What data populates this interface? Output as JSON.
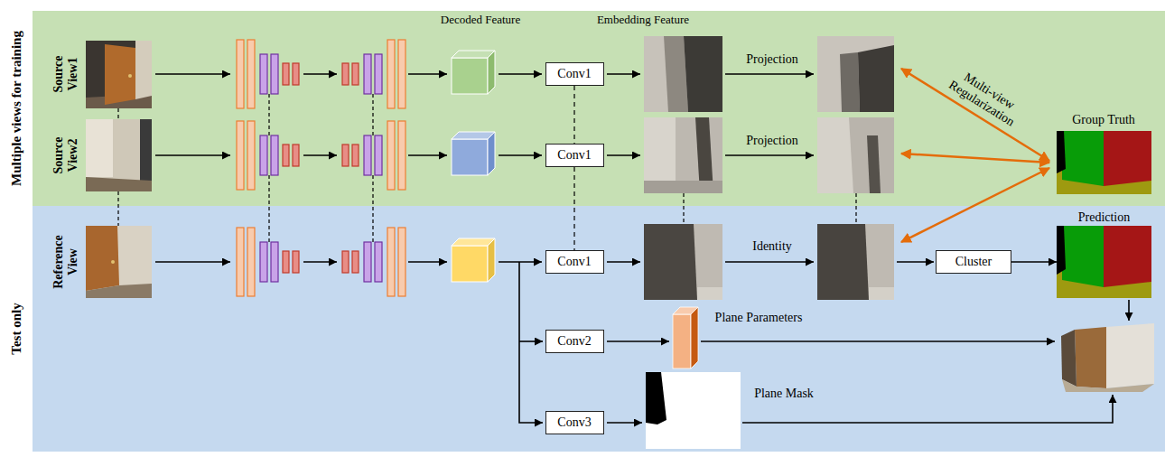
{
  "diagram": {
    "nodes": [
      {
        "text": [
          "Multiple views for training"
        ]
      },
      {
        "text": [
          "Conv1"
        ],
        "in": 0
      },
      {
        "text": [
          "Conv1"
        ],
        "in": 0
      },
      {
        "text": [
          "Test only"
        ]
      },
      {
        "text": [
          "Conv1"
        ],
        "in": 3
      },
      {
        "text": [
          "Cluster"
        ],
        "in": 3
      },
      {
        "text": [
          "Prediction"
        ],
        "in": 3
      },
      {
        "text": [
          "Conv2"
        ],
        "in": 3
      },
      {
        "text": [
          "Conv3"
        ],
        "in": 3
      }
    ],
    "edges": [
      {
        "from": 1,
        "to": 2,
        "arrow": "none"
      },
      {
        "from": 2,
        "to": 4,
        "arrow": "none"
      },
      {
        "from": 5,
        "to": 6,
        "arrow": "to"
      }
    ],
    "labels": [
      "Source View1",
      "Source View2",
      "Reference View",
      "Decoded Feature",
      "Embedding Feature",
      "Projection",
      "Projection",
      "Identity",
      "Multi-view Regularization",
      "Group Truth",
      "Plane Parameters",
      "Plane Mask"
    ]
  }
}
